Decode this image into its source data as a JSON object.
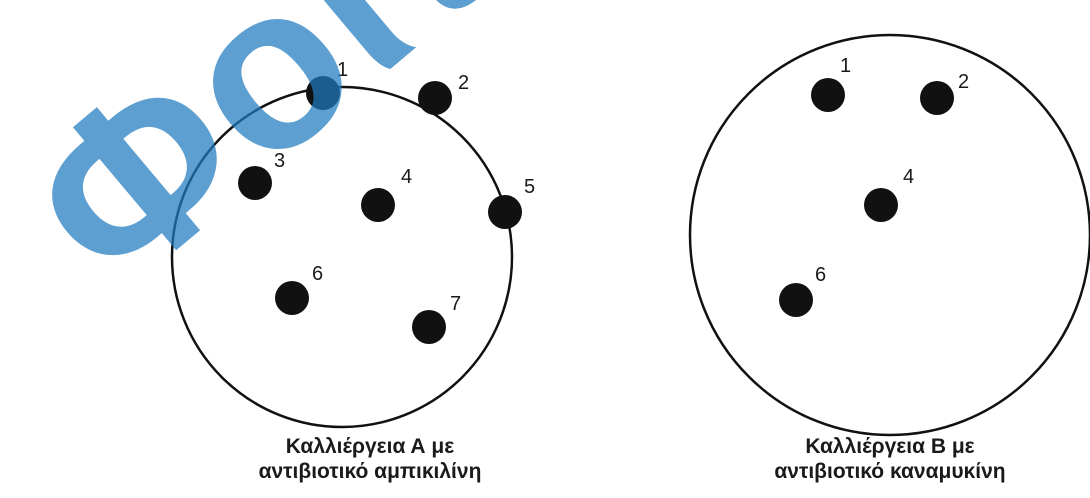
{
  "plate_a": {
    "caption_line1": "Καλλιέργεια Α με",
    "caption_line2": "αντιβιοτικό αμπικιλίνη",
    "colonies": [
      {
        "label": "1"
      },
      {
        "label": "2"
      },
      {
        "label": "3"
      },
      {
        "label": "4"
      },
      {
        "label": "5"
      },
      {
        "label": "6"
      },
      {
        "label": "7"
      }
    ]
  },
  "plate_b": {
    "caption_line1": "Καλλιέργεια Β με",
    "caption_line2": "αντιβιοτικό καναμυκίνη",
    "colonies": [
      {
        "label": "1"
      },
      {
        "label": "2"
      },
      {
        "label": "4"
      },
      {
        "label": "6"
      }
    ]
  },
  "watermark": {
    "text": "Φοιτη",
    "color": "#1f7bbf"
  },
  "colors": {
    "colony": "#111111",
    "plate_outline": "#111111"
  }
}
